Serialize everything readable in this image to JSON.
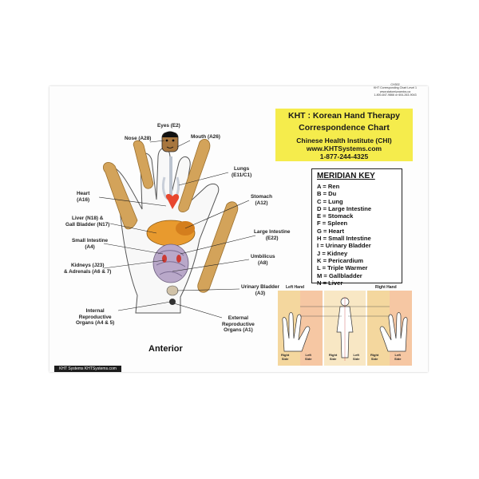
{
  "title": {
    "line1": "KHT : Korean Hand Therapy",
    "line2": "Correspondence Chart",
    "line3": "Chinese Health Institute (CHI)",
    "line4": "www.KHTSystems.com",
    "line5": "1-877-244-4325"
  },
  "corner_text": [
    "CH302",
    "KHT Corresponding Chart Level 1",
    "www.statomiynamics.ca",
    "1-800-847-9866 or 604-263-9043"
  ],
  "meridian_key": {
    "title": "MERIDIAN KEY",
    "items": [
      "A = Ren",
      "B = Du",
      "C = Lung",
      "D = Large Intestine",
      "E = Stomack",
      "F = Spleen",
      "G = Heart",
      "H = Small Intestine",
      "I = Urinary Bladder",
      "J = Kidney",
      "K = Pericardium",
      "L = Triple Warmer",
      "M = Gallbladder",
      "N = Liver"
    ]
  },
  "labels": {
    "eyes": "Eyes (E2)",
    "nose": "Nose (A28)",
    "mouth": "Mouth (A26)",
    "lungs": [
      "Lungs",
      "(E11/C1)"
    ],
    "heart": [
      "Heart",
      "(A16)"
    ],
    "stomach": [
      "Stomach",
      "(A12)"
    ],
    "liver": [
      "Liver (N18) &",
      "Gall Bladder (N17)"
    ],
    "large_intestine": [
      "Large Intestine",
      "(E22)"
    ],
    "small_intestine": [
      "Small Intestine",
      "(A4)"
    ],
    "umbilicus": [
      "Umbilicus",
      "(A8)"
    ],
    "kidneys": [
      "Kidneys (J23)",
      "& Adrenals (A6 & 7)"
    ],
    "urinary_bladder": [
      "Urinary Bladder",
      "(A3)"
    ],
    "internal_repro": [
      "Internal",
      "Reproductive",
      "Organs (A4 & 5)"
    ],
    "external_repro": [
      "External",
      "Reproductive",
      "Organs (A1)"
    ]
  },
  "view_label": "Anterior",
  "footer": "KHT Systems KHTSystems.com",
  "mini_diagram": {
    "left_hand": "Left Hand",
    "right_hand": "Right Hand",
    "side_labels": [
      [
        "Right",
        "Side"
      ],
      [
        "Left",
        "Side"
      ],
      [
        "Right",
        "Side"
      ],
      [
        "Left",
        "Side"
      ],
      [
        "Right",
        "Side"
      ],
      [
        "Left",
        "Side"
      ]
    ]
  },
  "colors": {
    "title_bg": "#f5ec4c",
    "organ_orange": "#e89a2e",
    "skin": "#d3a35a",
    "mini_panel": "#f4d79e"
  }
}
